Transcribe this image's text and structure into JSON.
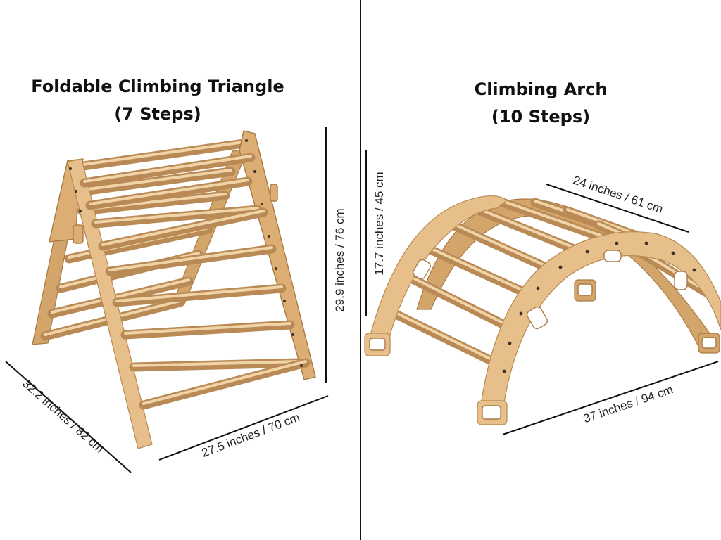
{
  "left_product": {
    "title_line1": "Foldable Climbing Triangle",
    "title_line2": "(7 Steps)",
    "height_label": "29.9 inches / 76 cm",
    "depth_label": "32.2 inches / 82 cm",
    "width_label": "27.5 inches / 70 cm"
  },
  "right_product": {
    "title_line1": "Climbing Arch",
    "title_line2": "(10 Steps)",
    "height_label": "17.7 inches / 45 cm",
    "depth_label": "24 inches / 61 cm",
    "length_label": "37 inches / 94 cm"
  },
  "colors": {
    "wood_light": "#e6bf8a",
    "wood_edge": "#b88a52",
    "divider": "#111111"
  }
}
